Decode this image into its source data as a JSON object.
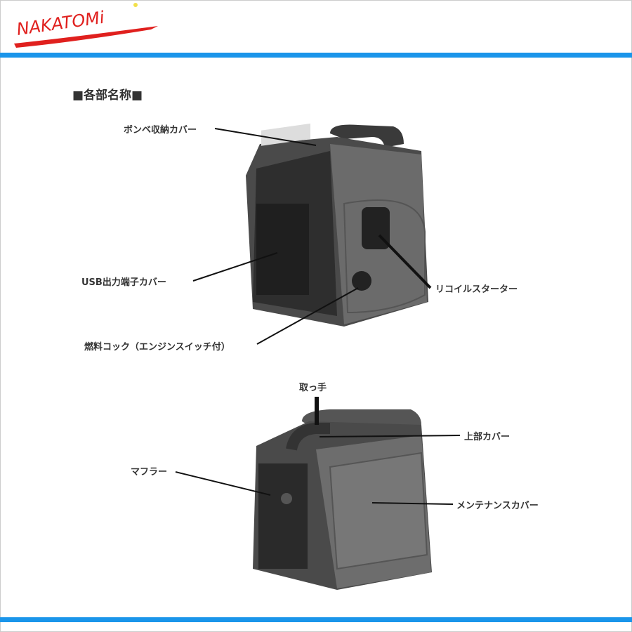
{
  "logo": {
    "text": "NAKATOMI",
    "color": "#e0201e"
  },
  "accent_color": "#1a95ea",
  "title": "■各部名称■",
  "labels": {
    "cylinder_cover": "ボンベ収納カバー",
    "usb_cover": "USB出力端子カバー",
    "fuel_cock": "燃料コック（エンジンスイッチ付）",
    "recoil_starter": "リコイルスターター",
    "handle": "取っ手",
    "top_cover": "上部カバー",
    "muffler": "マフラー",
    "maintenance_cover": "メンテナンスカバー"
  }
}
